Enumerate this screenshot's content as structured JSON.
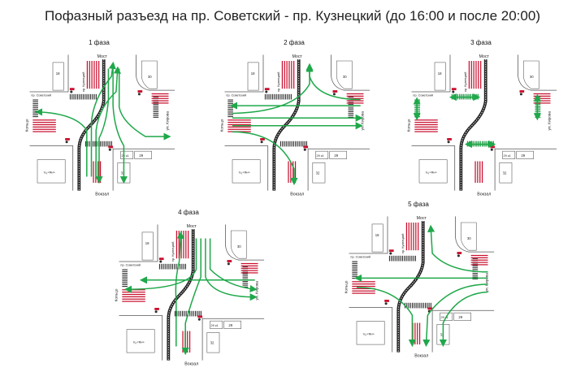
{
  "title": "Пофазный разъезд на пр. Советский - пр. Кузнецкий (до 16:00 и после 20:00)",
  "labels": {
    "most": "Мост",
    "vokzal": "Вокзал",
    "kuznetsky": "пр. Кузнецкий",
    "sovetsky": "пр. Советский",
    "koltso": "Кольцо",
    "kirova": "ул. Кирова",
    "b18": "18",
    "b30": "30",
    "b29k1": "29 к1",
    "b29": "29",
    "b32": "32",
    "tc": "тц «Ян»"
  },
  "phases": [
    {
      "label": "1 фаза"
    },
    {
      "label": "2 фаза"
    },
    {
      "label": "3 фаза"
    },
    {
      "label": "4 фаза"
    },
    {
      "label": "5 фаза"
    }
  ],
  "colors": {
    "arrow": "#1fa84a",
    "red": "#c8102e",
    "rail": "#222222",
    "outline": "#555555"
  }
}
